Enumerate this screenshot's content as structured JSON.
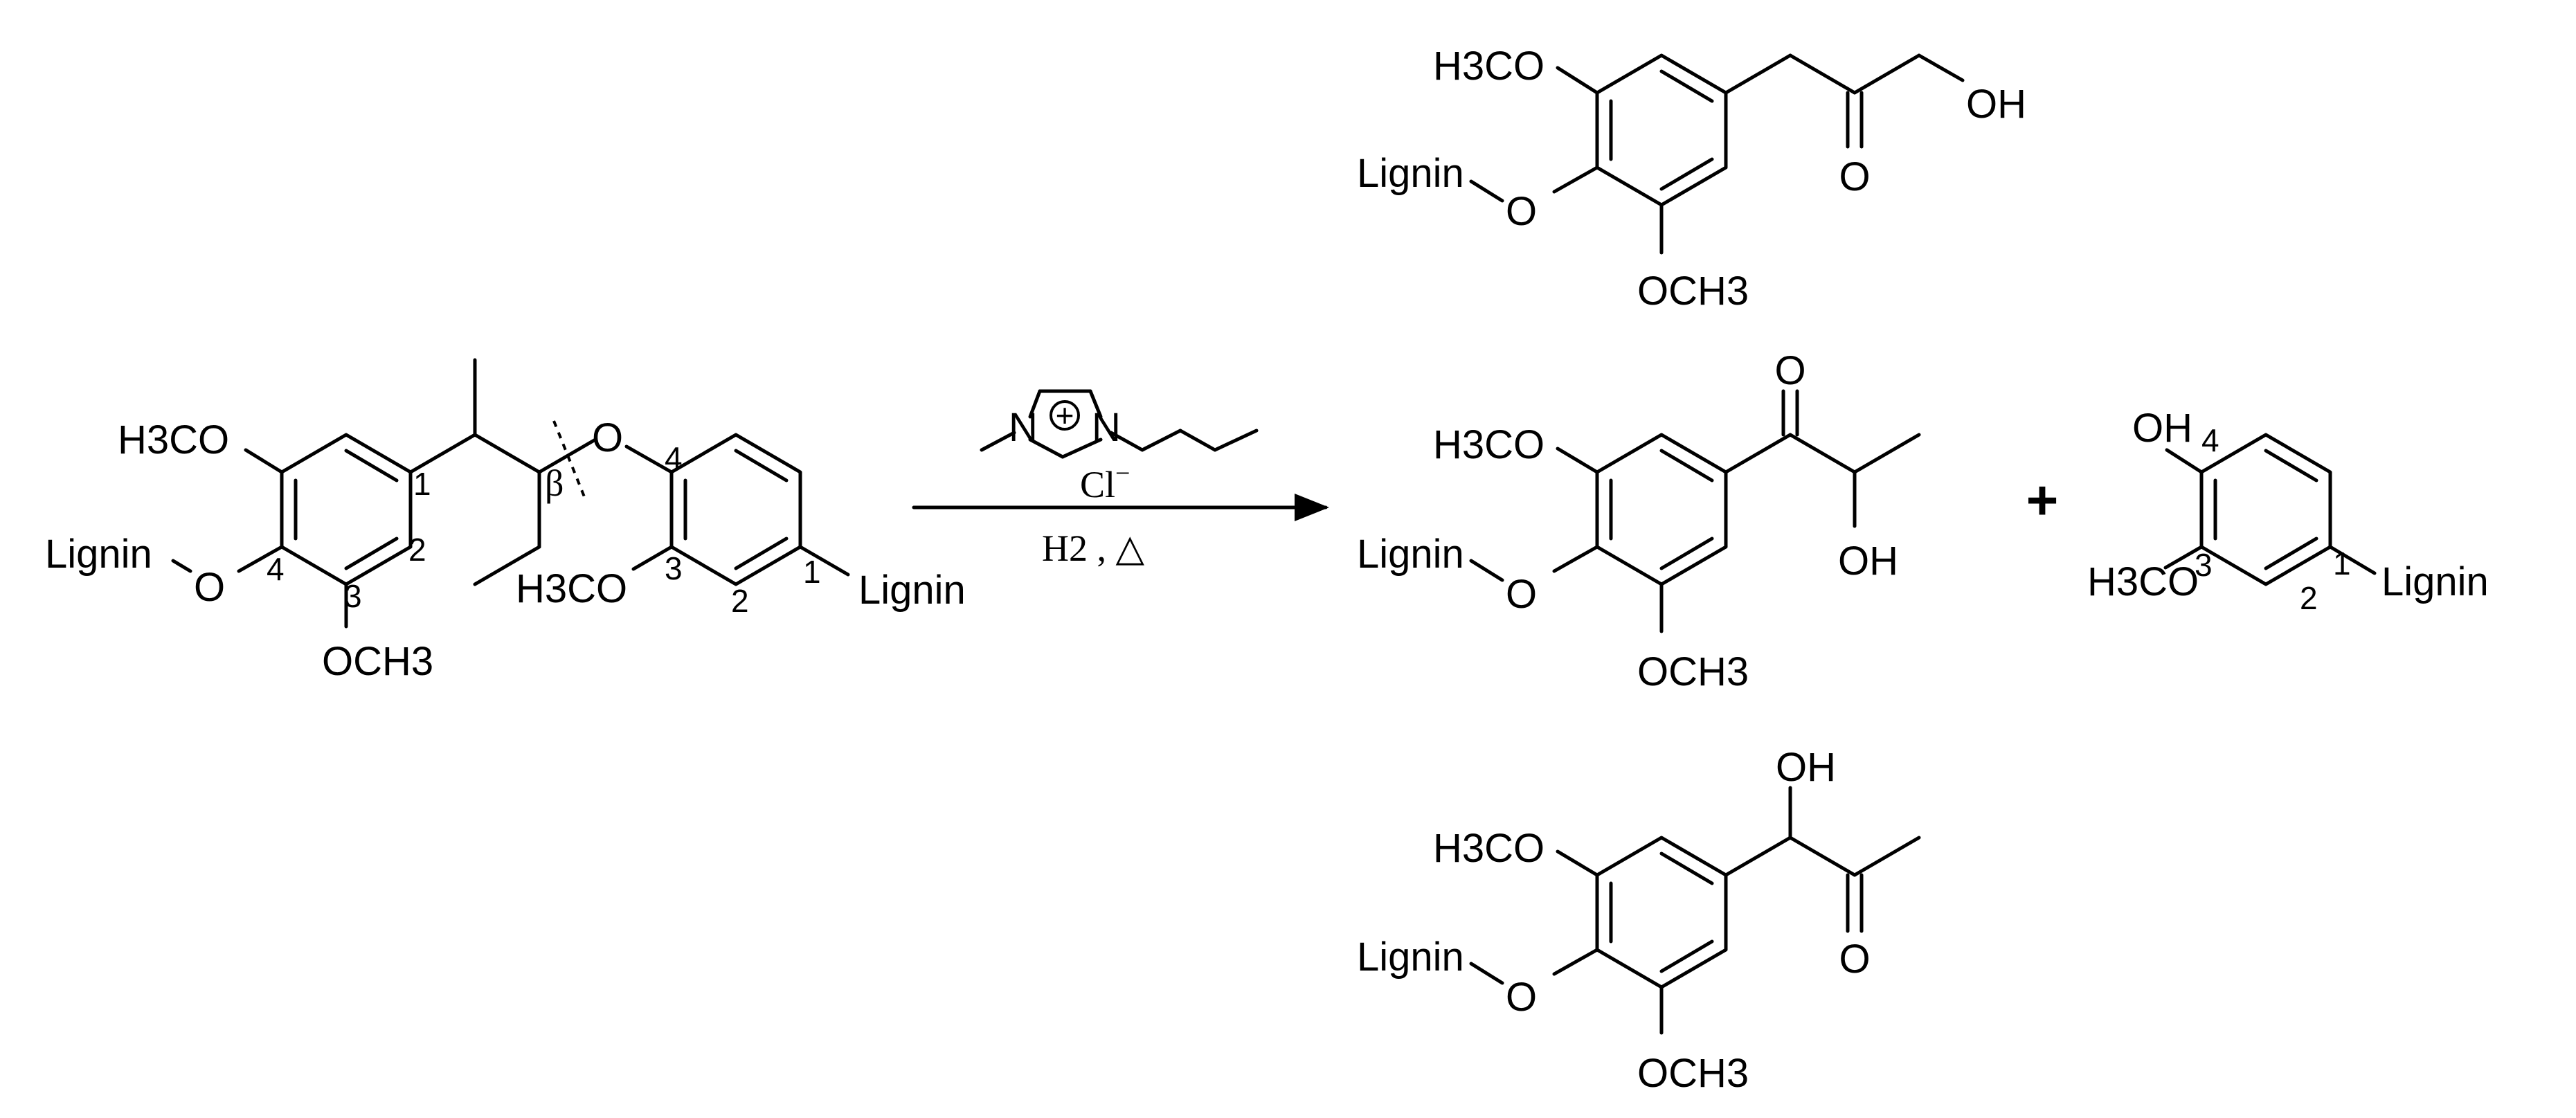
{
  "labels": {
    "h3co": "H3CO",
    "och3": "OCH3",
    "lignin": "Lignin",
    "o": "O",
    "oh": "OH",
    "beta": "β",
    "n": "N",
    "charge": "+",
    "cl": "Cl",
    "cl_charge": "−",
    "conditions": "H2 , △",
    "plus": "+",
    "pos1": "1",
    "pos2": "2",
    "pos3": "3",
    "pos4": "4"
  }
}
